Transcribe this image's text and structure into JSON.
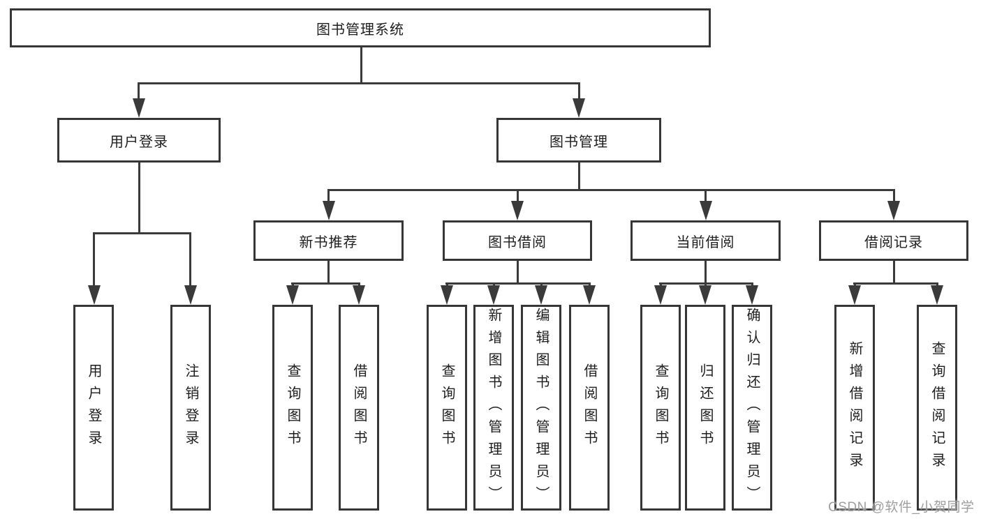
{
  "tree": {
    "label": "图书管理系统",
    "children": [
      {
        "label": "用户登录",
        "children": [
          {
            "label": "用户登录"
          },
          {
            "label": "注销登录"
          }
        ]
      },
      {
        "label": "图书管理",
        "children": [
          {
            "label": "新书推荐",
            "children": [
              {
                "label": "查询图书"
              },
              {
                "label": "借阅图书"
              }
            ]
          },
          {
            "label": "图书借阅",
            "children": [
              {
                "label": "查询图书"
              },
              {
                "label": "新增图书（管理员）"
              },
              {
                "label": "编辑图书（管理员）"
              },
              {
                "label": "借阅图书"
              }
            ]
          },
          {
            "label": "当前借阅",
            "children": [
              {
                "label": "查询图书"
              },
              {
                "label": "归还图书"
              },
              {
                "label": "确认归还（管理员）"
              }
            ]
          },
          {
            "label": "借阅记录",
            "children": [
              {
                "label": "新增借阅记录"
              },
              {
                "label": "查询借阅记录"
              }
            ]
          }
        ]
      }
    ]
  },
  "watermark": {
    "text": "CSDN @软件_小贺同学"
  },
  "colors": {
    "line": "#3a3a3a",
    "box_border": "#363636",
    "text": "#1e1e1e",
    "watermark": "#9e9e9e",
    "background": "#ffffff"
  }
}
